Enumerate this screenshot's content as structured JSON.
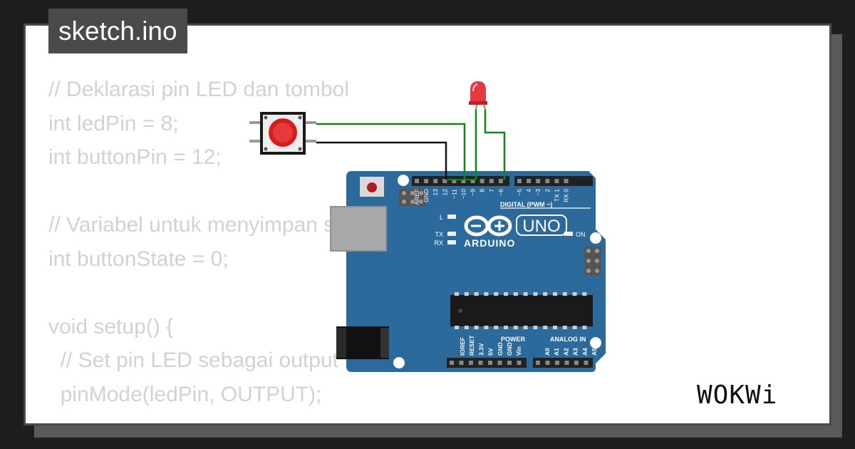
{
  "file_tab": {
    "label": "sketch.ino"
  },
  "code_lines": [
    "// Deklarasi pin LED dan tombol",
    "int ledPin = 8;",
    "int buttonPin = 12;",
    "",
    "// Variabel untuk menyimpan status tombol",
    "int buttonState = 0;",
    "",
    "void setup() {",
    "  // Set pin LED sebagai output",
    "  pinMode(ledPin, OUTPUT);"
  ],
  "arduino": {
    "model": "UNO",
    "brand": "ARDUINO",
    "digital_header_label": "DIGITAL (PWM ~)",
    "power_label": "POWER",
    "analog_label": "ANALOG IN",
    "on_label": "ON",
    "led_labels": [
      "L",
      "TX",
      "RX"
    ],
    "digital_pins": [
      "AREF",
      "GND",
      "13",
      "12",
      "~11",
      "~10",
      "~9",
      "8",
      "7",
      "~6",
      "~5",
      "4",
      "~3",
      "2",
      "TX 1",
      "RX 0"
    ],
    "power_pins": [
      "IOREF",
      "RESET",
      "3.3V",
      "5V",
      "GND",
      "GND",
      "Vin"
    ],
    "analog_pins": [
      "A0",
      "A1",
      "A2",
      "A3",
      "A4",
      "A5"
    ]
  },
  "logo": {
    "text": "WOKWi"
  },
  "colors": {
    "board": "#2b6a9a",
    "wire_green": "#0b8a12",
    "wire_black": "#111111",
    "led_red": "#e0252a",
    "button_cap": "#d81c1c",
    "tab_bg": "#4a4a4a",
    "code_text": "#d2d2d2"
  }
}
